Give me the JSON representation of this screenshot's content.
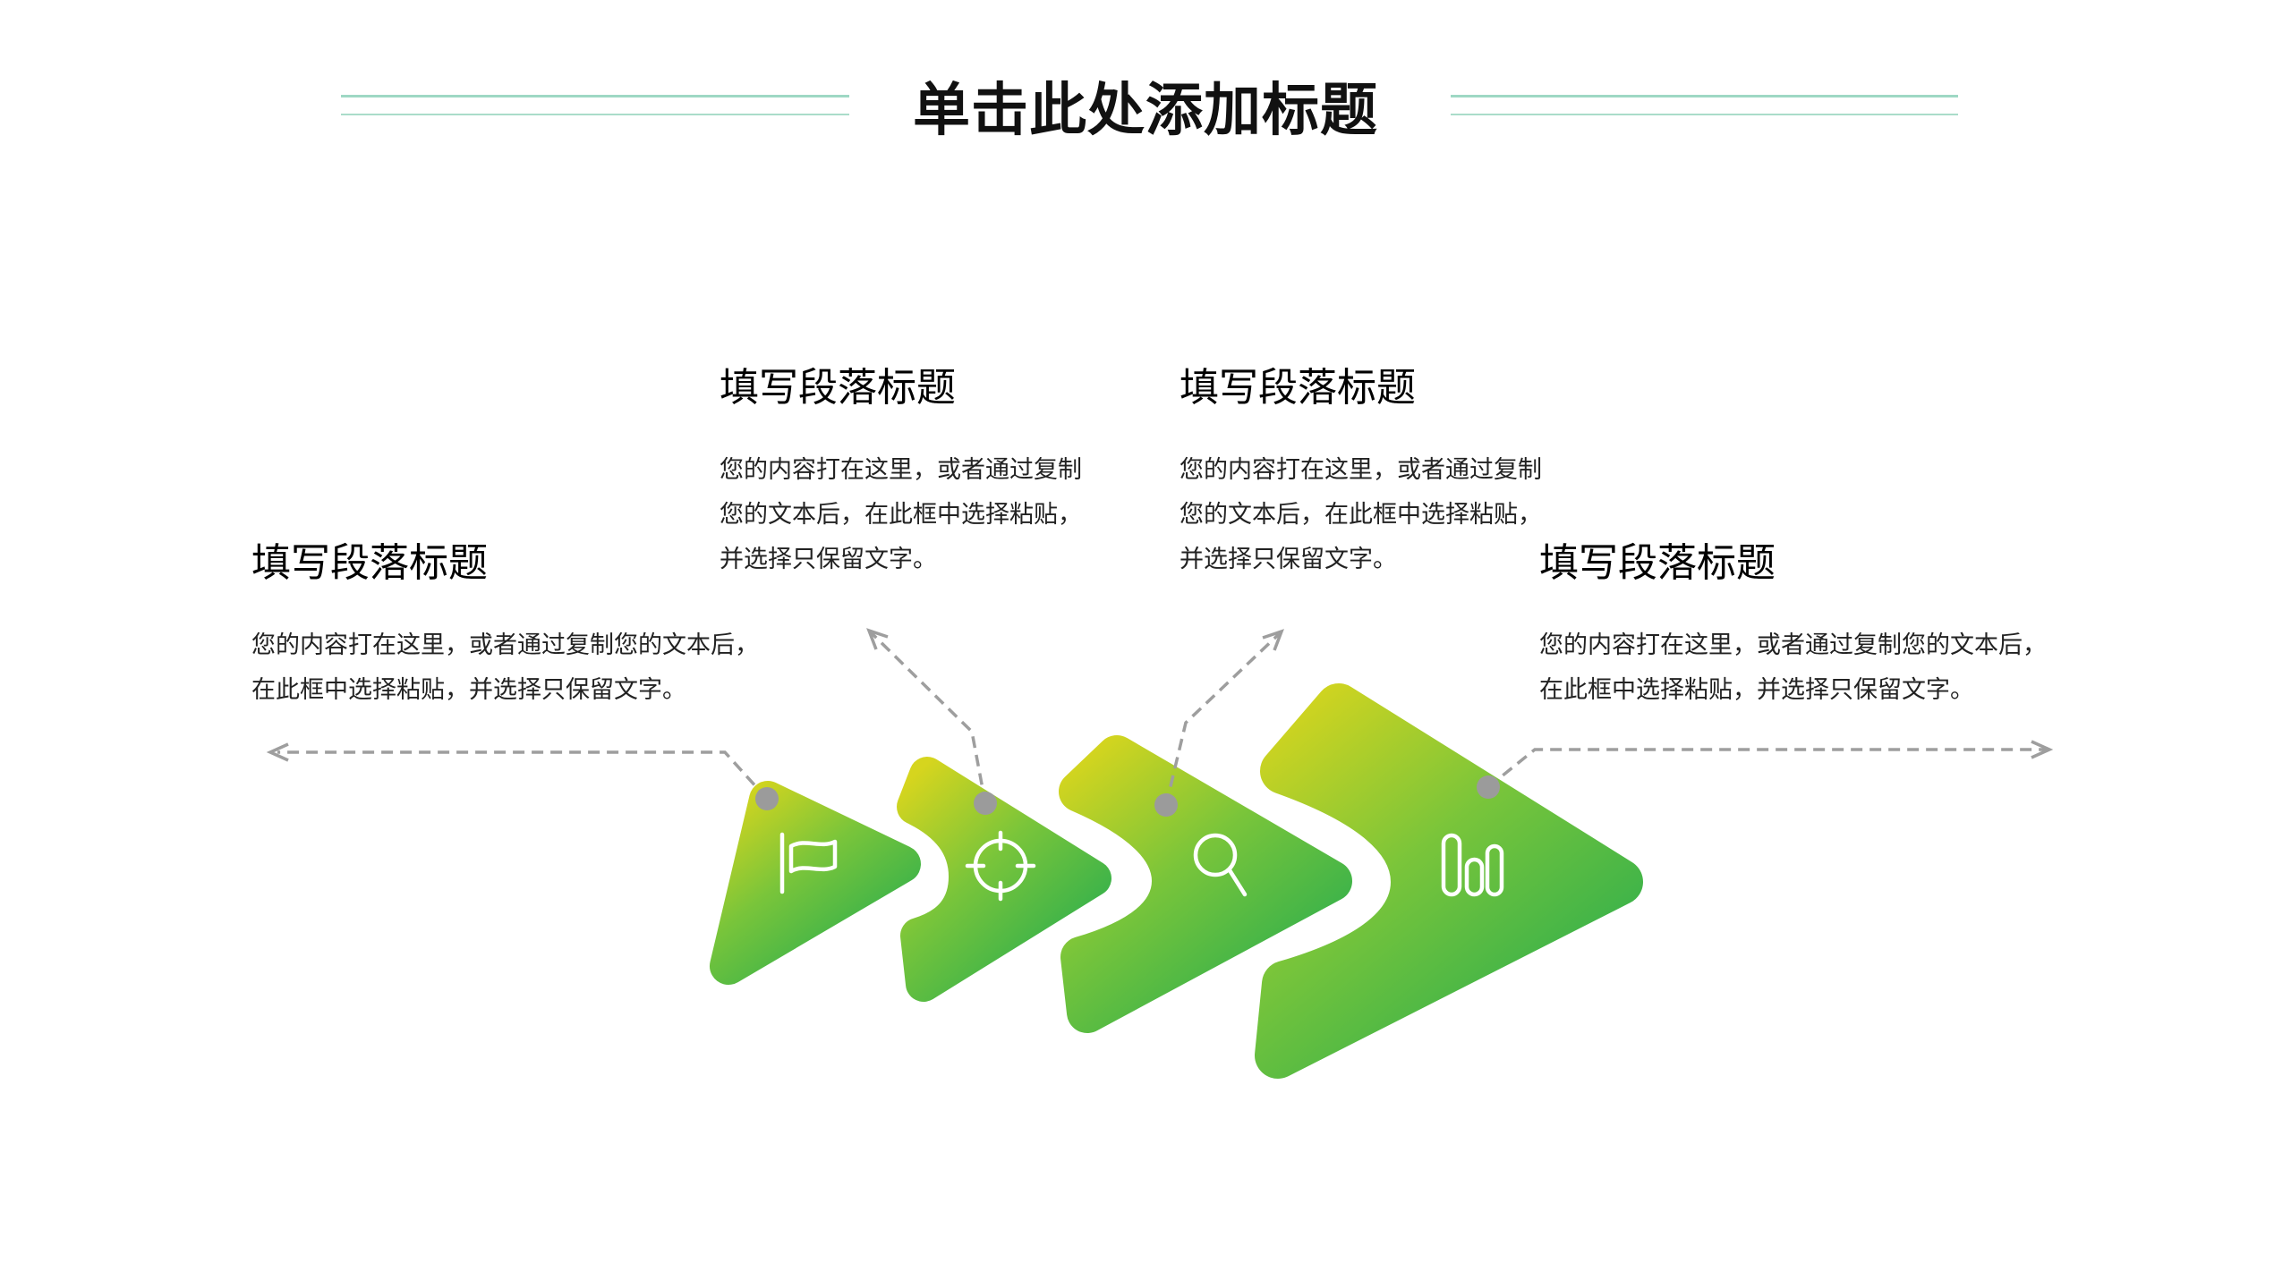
{
  "slide": {
    "title": "单击此处添加标题",
    "background": "#ffffff"
  },
  "colors": {
    "title_text": "#111111",
    "decor_line_top": "#9ed8c4",
    "decor_line_bottom": "#aadcca",
    "heading_text": "#000000",
    "body_text": "#222222",
    "connector_gray": "#9e9e9e",
    "dot_gray": "#9b9b9b",
    "shape_gradient_start": "#d6d51e",
    "shape_gradient_mid": "#7ac53a",
    "shape_gradient_end": "#2bae4e",
    "icon_stroke": "#ffffff"
  },
  "blocks": [
    {
      "heading": "填写段落标题",
      "body": "您的内容打在这里，或者通过复制您的文本后，\n在此框中选择粘贴，并选择只保留文字。",
      "icon": "flag-icon"
    },
    {
      "heading": "填写段落标题",
      "body": "您的内容打在这里，或者通过复制\n您的文本后，在此框中选择粘贴，\n并选择只保留文字。",
      "icon": "target-icon"
    },
    {
      "heading": "填写段落标题",
      "body": "您的内容打在这里，或者通过复制\n您的文本后，在此框中选择粘贴，\n并选择只保留文字。",
      "icon": "search-icon"
    },
    {
      "heading": "填写段落标题",
      "body": "您的内容打在这里，或者通过复制您的文本后，\n在此框中选择粘贴，并选择只保留文字。",
      "icon": "bar-chart-icon"
    }
  ]
}
